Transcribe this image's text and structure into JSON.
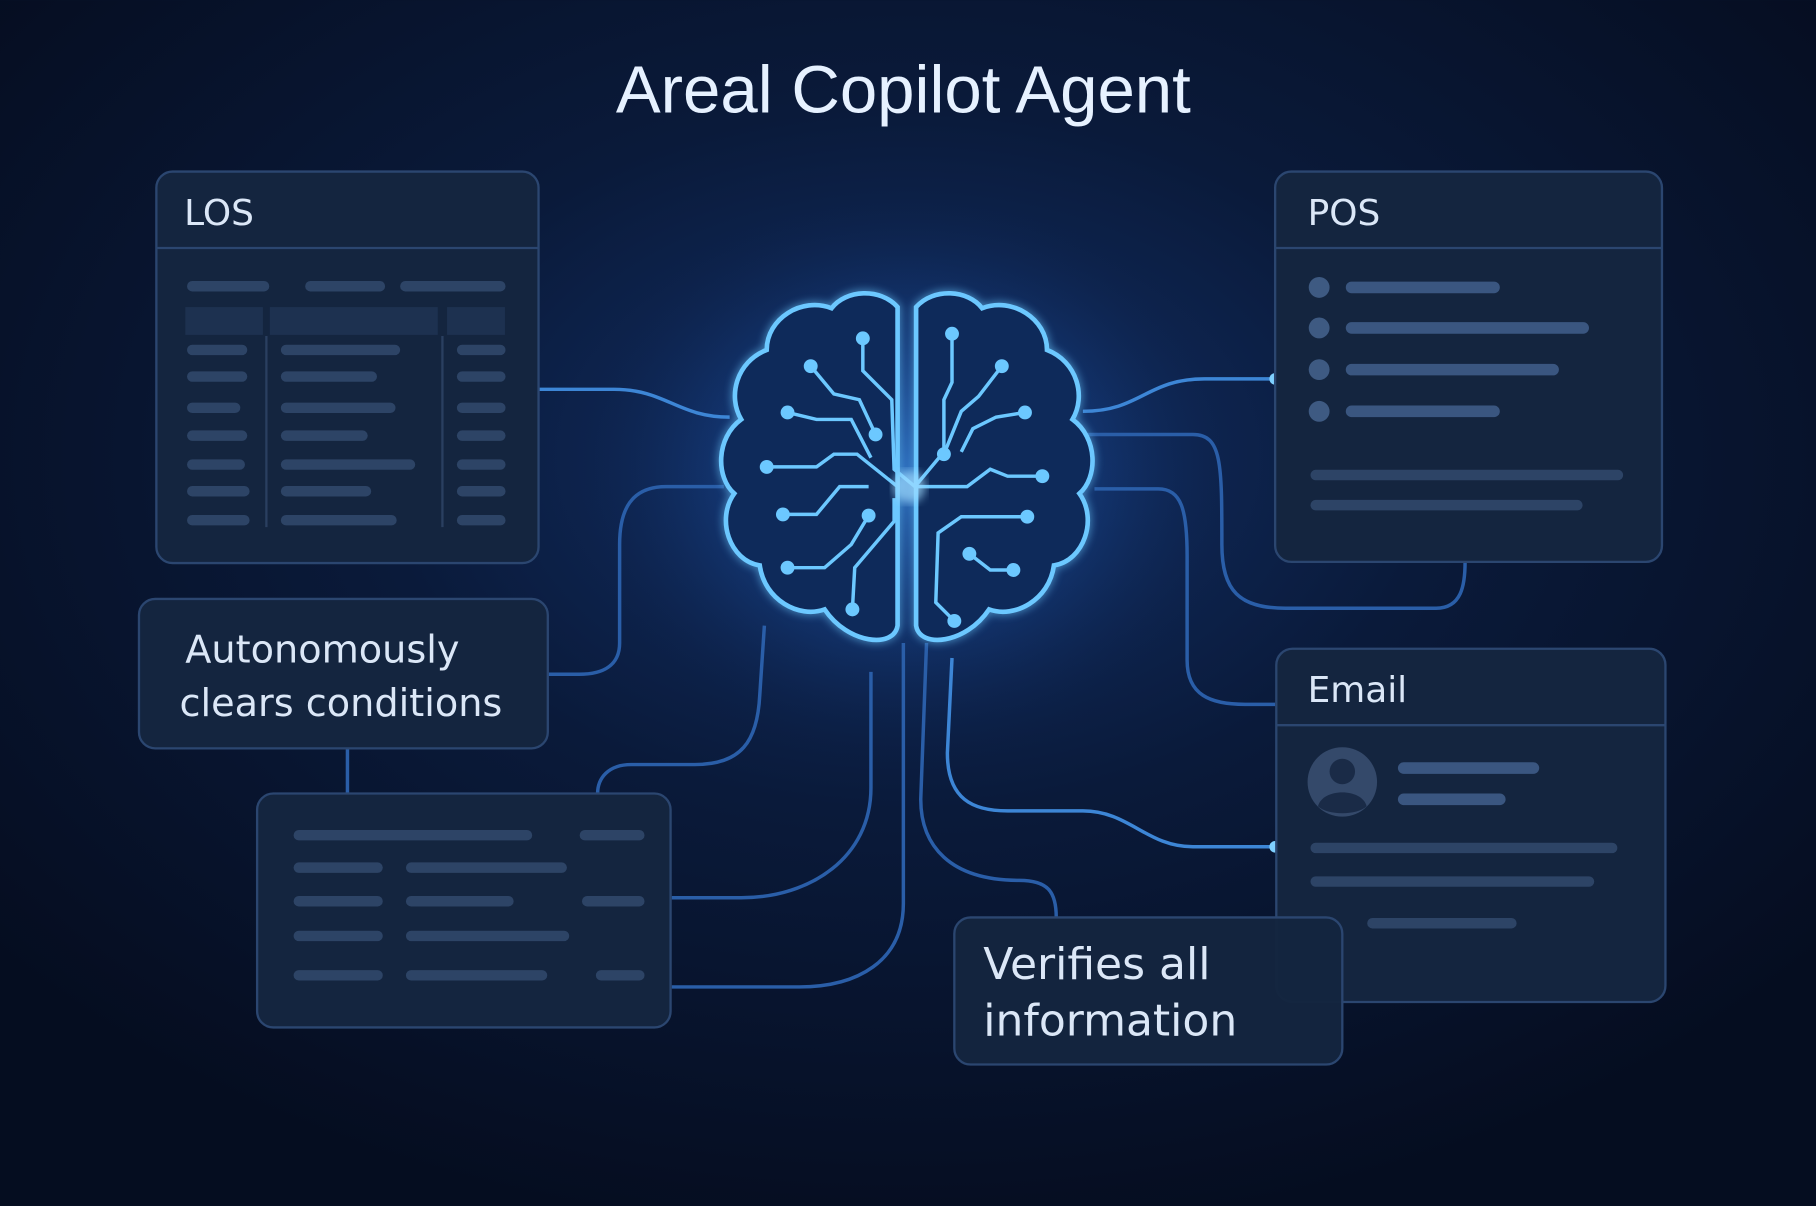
{
  "title": "Areal Copilot Agent",
  "panels": {
    "los": {
      "label": "LOS"
    },
    "pos": {
      "label": "POS"
    },
    "email": {
      "label": "Email"
    }
  },
  "captions": {
    "autonomous": {
      "line1": "Autonomously",
      "line2": "clears conditions"
    },
    "verifies": {
      "line1": "Verifies all",
      "line2": "information"
    }
  },
  "colors": {
    "background": "#07122a",
    "accent": "#6cc8ff",
    "panel": "#14253f"
  }
}
